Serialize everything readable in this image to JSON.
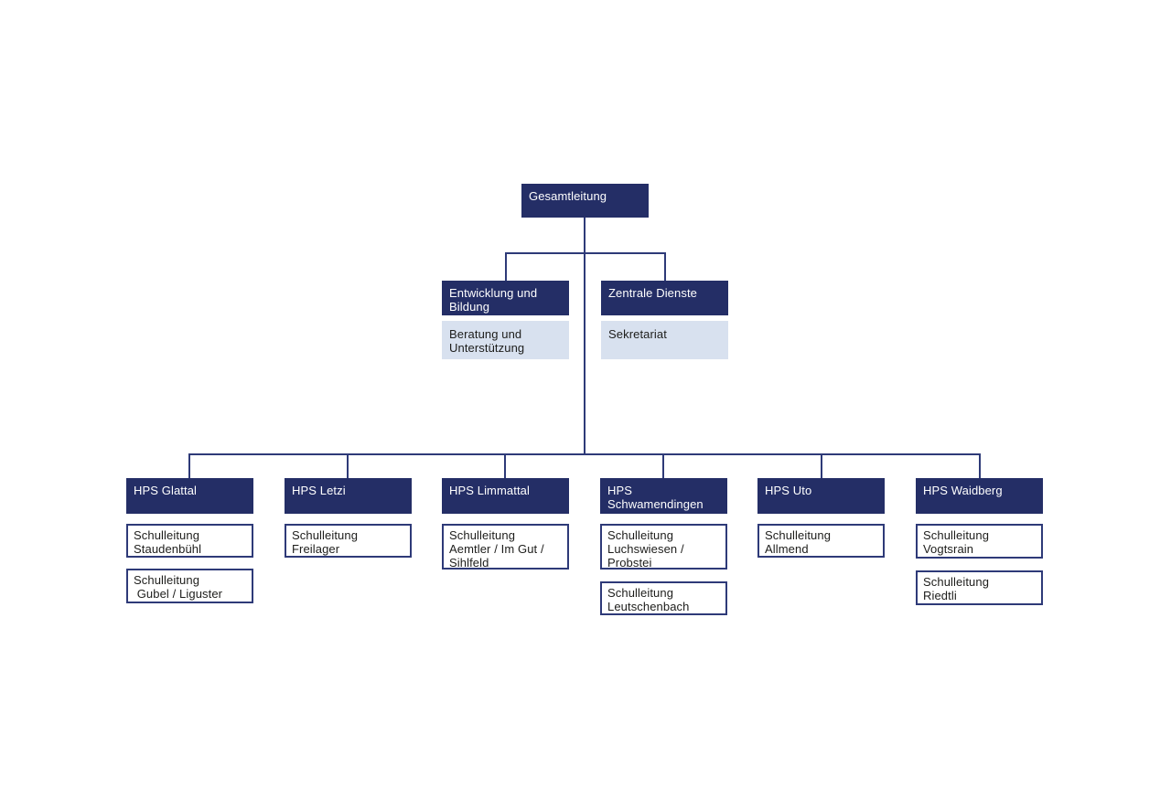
{
  "colors": {
    "navy": "#242e66",
    "light_blue": "#d8e1ef",
    "line": "#2e3a78",
    "ink": "#1d1d1b",
    "background": "#ffffff"
  },
  "org": {
    "root": {
      "label": "Gesamtleitung"
    },
    "level2": [
      {
        "label": "Entwicklung und\nBildung",
        "sub": "Beratung und\nUnterstützung"
      },
      {
        "label": "Zentrale Dienste",
        "sub": "Sekretariat"
      }
    ],
    "level3": [
      {
        "label": "HPS Glattal",
        "subs": [
          "Schulleitung\nStaudenbühl",
          "Schulleitung\n Gubel / Liguster"
        ]
      },
      {
        "label": "HPS Letzi",
        "subs": [
          "Schulleitung\nFreilager"
        ]
      },
      {
        "label": "HPS Limmattal",
        "subs": [
          "Schulleitung\nAemtler / Im Gut /\nSihlfeld"
        ]
      },
      {
        "label": "HPS\nSchwamendingen",
        "subs": [
          "Schulleitung\nLuchswiesen /\nProbstei",
          "Schulleitung\nLeutschenbach"
        ]
      },
      {
        "label": "HPS Uto",
        "subs": [
          "Schulleitung\nAllmend"
        ]
      },
      {
        "label": "HPS Waidberg",
        "subs": [
          "Schulleitung\nVogtsrain",
          "Schulleitung\nRiedtli"
        ]
      }
    ]
  }
}
